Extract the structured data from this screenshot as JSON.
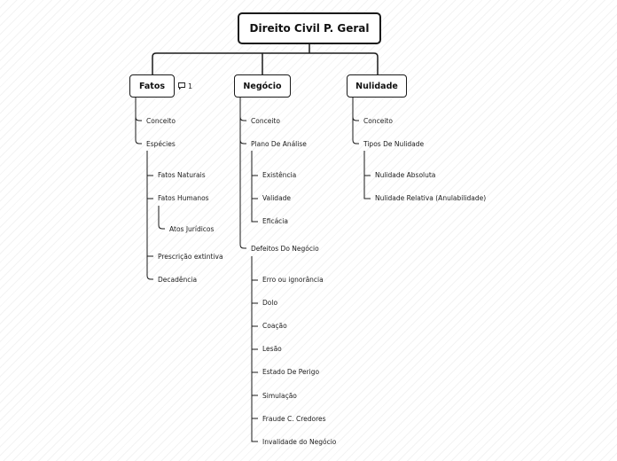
{
  "root": {
    "label": "Direito Civil P. Geral"
  },
  "branches": {
    "fatos": {
      "label": "Fatos",
      "note_count": "1",
      "items": {
        "conceito": "Conceito",
        "especies": "Espécies",
        "fatos_naturais": "Fatos Naturais",
        "fatos_humanos": "Fatos Humanos",
        "atos_juridicos": "Atos Jurídicos",
        "prescricao": "Prescrição extintiva",
        "decadencia": "Decadência"
      }
    },
    "negocio": {
      "label": "Negócio",
      "items": {
        "conceito": "Conceito",
        "plano": "Plano De Análise",
        "existencia": "Existência",
        "validade": "Validade",
        "eficacia": "Eficácia",
        "defeitos": "Defeitos Do Negócio",
        "erro": "Erro ou ignorância",
        "dolo": "Dolo",
        "coacao": "Coação",
        "lesao": "Lesão",
        "estado_perigo": "Estado De Perigo",
        "simulacao": "Simulação",
        "fraude": "Fraude C. Credores",
        "invalidade": "Invalidade do Negócio"
      }
    },
    "nulidade": {
      "label": "Nulidade",
      "items": {
        "conceito": "Conceito",
        "tipos": "Tipos De Nulidade",
        "absoluta": "Nulidade Absoluta",
        "relativa": "Nulidade Relativa (Anulabilidade)"
      }
    }
  },
  "colors": {
    "line": "#1a1a1a",
    "text": "#1a1a1a",
    "box_fill": "#ffffff",
    "box_border": "#1a1a1a"
  },
  "icons": {
    "note": "comment-icon"
  }
}
